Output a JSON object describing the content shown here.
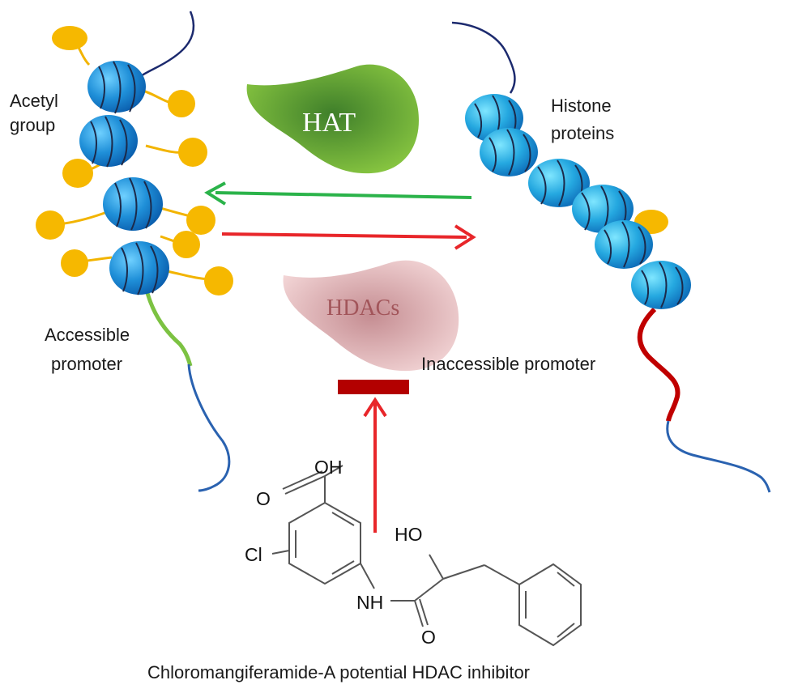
{
  "labels": {
    "acetyl_1": "Acetyl",
    "acetyl_2": "group",
    "histone_1": "Histone",
    "histone_2": "proteins",
    "accessible_1": "Accessible",
    "accessible_2": "promoter",
    "inaccessible": "Inaccessible promoter",
    "caption": "Chloromangiferamide-A potential HDAC inhibitor"
  },
  "enzymes": {
    "hat": "HAT",
    "hdacs": "HDACs"
  },
  "molecule": {
    "oh": "OH",
    "o_acid": "O",
    "cl": "Cl",
    "ho": "HO",
    "nh": "NH",
    "o_amide": "O"
  },
  "colors": {
    "nucleosome": "#1f8fd8",
    "acetyl": "#f6b800",
    "hat": "#5aa83a",
    "hdacs": "#d8a3a6",
    "forward_arrow": "#2bb34a",
    "reverse_arrow": "#e8262a",
    "inhibition_bar": "#b30000",
    "accessible_promoter": "#7cc242",
    "inaccessible_promoter": "#c00000",
    "dna": "#2a62b0"
  }
}
